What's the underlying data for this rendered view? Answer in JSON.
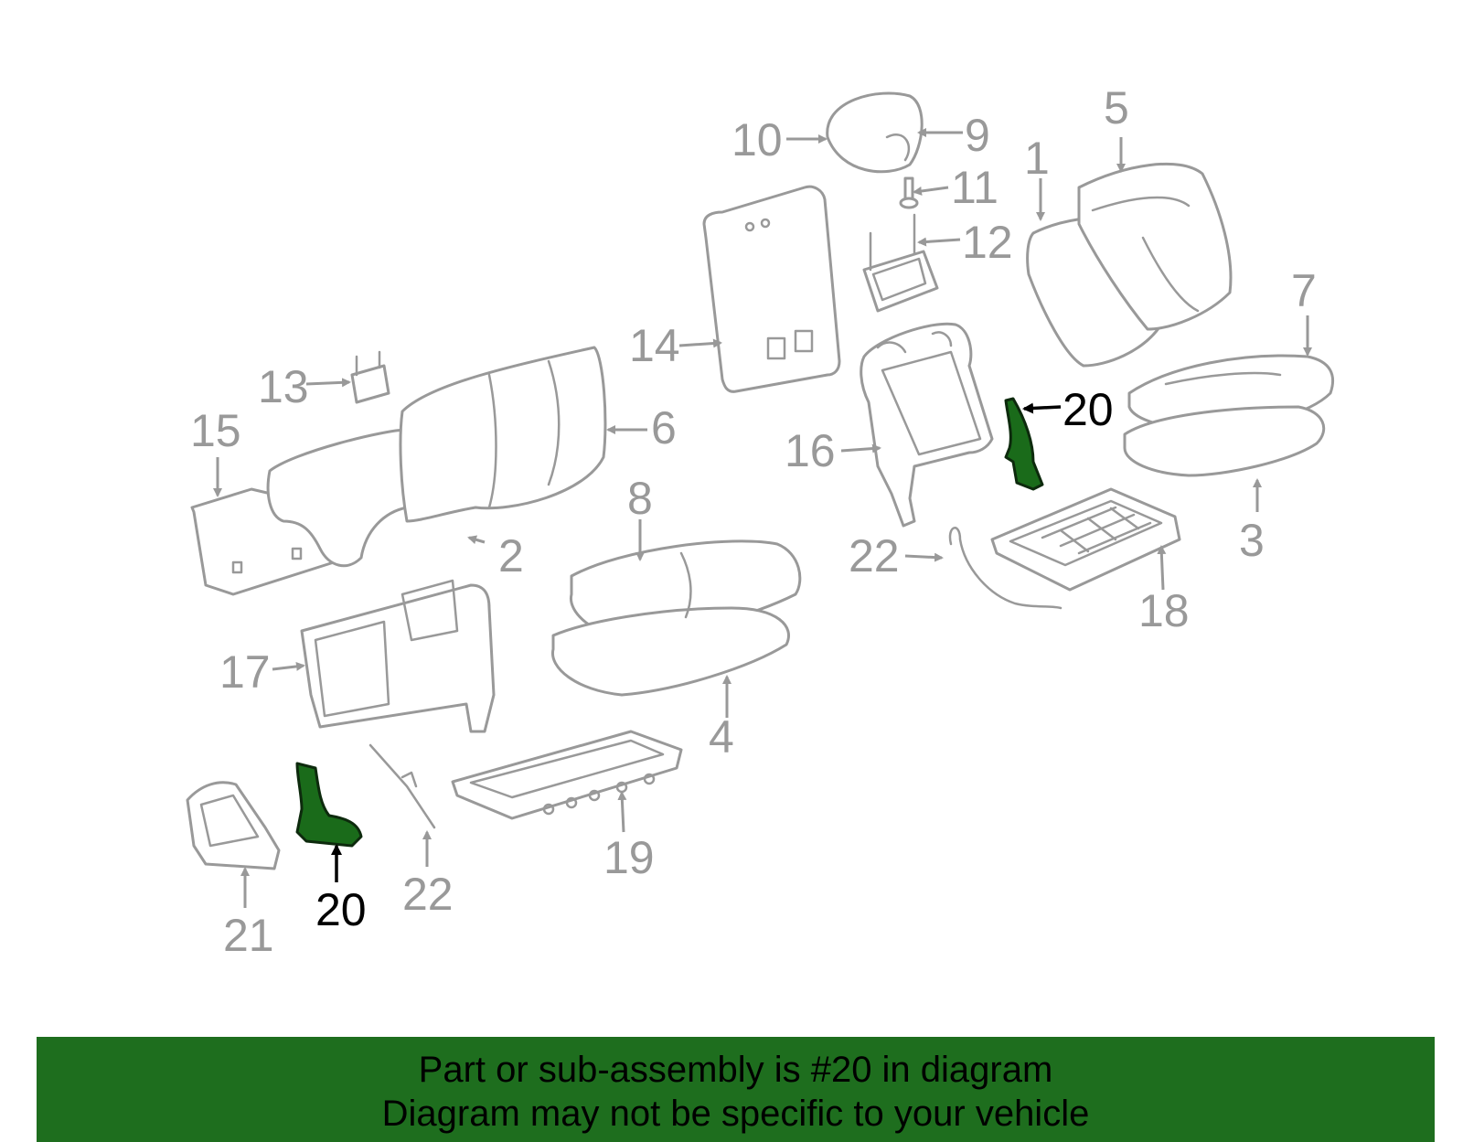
{
  "callouts": {
    "c1": "1",
    "c2": "2",
    "c3": "3",
    "c4": "4",
    "c5": "5",
    "c6": "6",
    "c7": "7",
    "c8": "8",
    "c9": "9",
    "c10": "10",
    "c11": "11",
    "c12": "12",
    "c13": "13",
    "c14": "14",
    "c15": "15",
    "c16": "16",
    "c17": "17",
    "c18": "18",
    "c19": "19",
    "c20a": "20",
    "c20b": "20",
    "c21": "21",
    "c22a": "22",
    "c22b": "22"
  },
  "banner": {
    "line1": "Part or sub-assembly is #20 in diagram",
    "line2": "Diagram may not be specific to your vehicle"
  },
  "colors": {
    "highlight_part": "#1a6b1a",
    "banner_bg": "#1e6e1e",
    "callout_gray": "#999999"
  }
}
